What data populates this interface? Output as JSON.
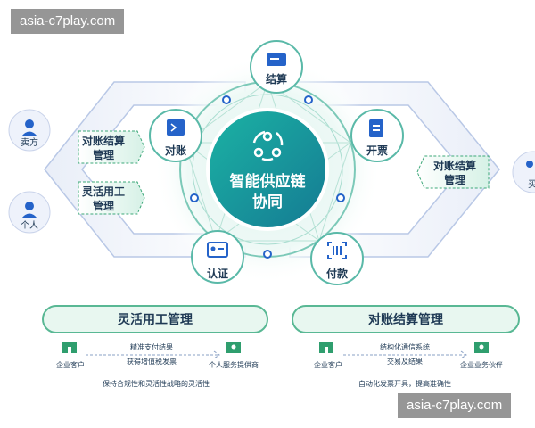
{
  "watermark": {
    "top": "asia-c7play.com",
    "bottom": "asia-c7play.com"
  },
  "center": {
    "line1": "智能供应链",
    "line2": "协同"
  },
  "nodes": {
    "settle": "结算",
    "invoice": "开票",
    "pay": "付款",
    "auth": "认证",
    "reconcile": "对账"
  },
  "left_side": {
    "seller": "卖方",
    "person": "个人",
    "box1_l1": "对账结算",
    "box1_l2": "管理",
    "box2_l1": "灵活用工",
    "box2_l2": "管理"
  },
  "right_side": {
    "box_l1": "对账结算",
    "box_l2": "管理",
    "buyer": "买"
  },
  "panel_left": {
    "title": "灵活用工管理",
    "left_label": "企业客户",
    "right_label": "个人服务提供商",
    "arrow_l1": "精准支付结果",
    "arrow_l2": "获得增值税发票",
    "footer": "保持合规性和灵活性战略的灵活性"
  },
  "panel_right": {
    "title": "对账结算管理",
    "left_label": "企业客户",
    "right_label": "企业业务伙伴",
    "arrow_l1": "结构化通信系统",
    "arrow_l2": "交易及结果",
    "footer": "自动化发票开具，提高准确性"
  },
  "colors": {
    "primary": "#1aa7a0",
    "accent": "#2f9e6e",
    "blue": "#2563c9",
    "ring": "#5ab9a8"
  }
}
